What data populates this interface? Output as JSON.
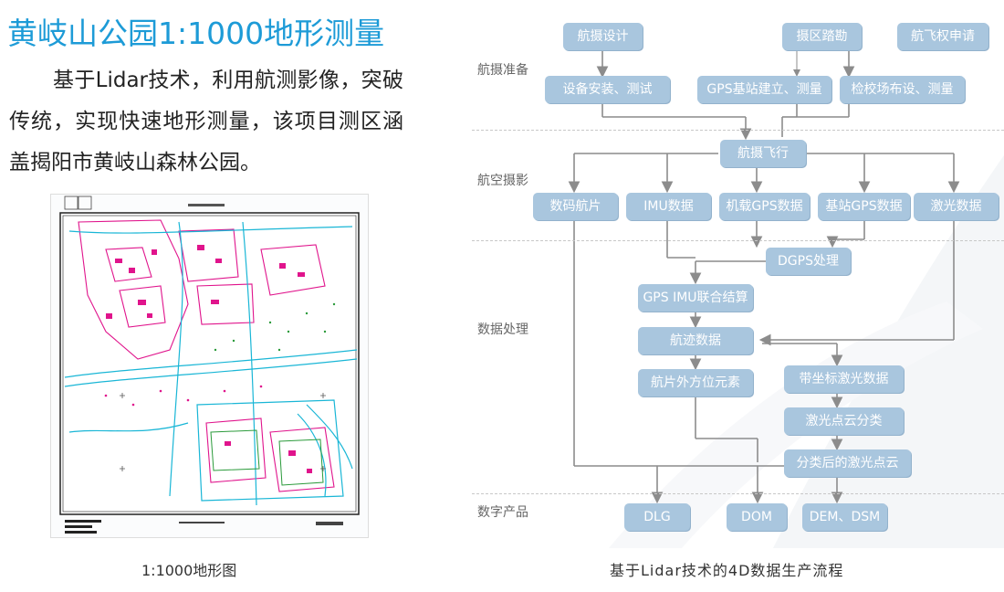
{
  "title": "黄岐山公园1:1000地形测量",
  "intro": "基于Lidar技术，利用航测影像，突破传统，实现快速地形测量，该项目测区涵盖揭阳市黄岐山森林公园。",
  "map_caption": "1:1000地形图",
  "flow_caption": "基于Lidar技术的4D数据生产流程",
  "stages": {
    "prep": "航摄准备",
    "aerial": "航空摄影",
    "processing": "数据处理",
    "products": "数字产品"
  },
  "boxes": {
    "design": "航摄设计",
    "survey": "摄区踏勘",
    "permit": "航飞权申请",
    "install": "设备安装、测试",
    "gps_base": "GPS基站建立、测量",
    "calib": "检校场布设、测量",
    "flight": "航摄飞行",
    "digital_photo": "数码航片",
    "imu": "IMU数据",
    "airborne_gps": "机载GPS数据",
    "base_gps": "基站GPS数据",
    "laser": "激光数据",
    "dgps": "DGPS处理",
    "gps_imu": "GPS IMU联合结算",
    "track": "航迹数据",
    "exterior": "航片外方位元素",
    "coord_laser": "带坐标激光数据",
    "classify": "激光点云分类",
    "classified": "分类后的激光点云",
    "dlg": "DLG",
    "dom": "DOM",
    "dem": "DEM、DSM"
  },
  "colors": {
    "title": "#1d9bd7",
    "box": "#a9c6de",
    "arrow": "#8c8c8c",
    "map_magenta": "#e0148c",
    "map_cyan": "#19b6d6"
  }
}
